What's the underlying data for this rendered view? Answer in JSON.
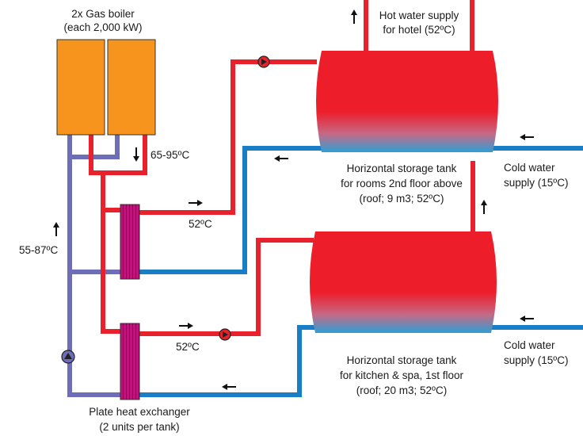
{
  "boiler": {
    "title_line1": "2x Gas boiler",
    "title_line2": "(each 2,000 kW)",
    "outlet_temp": "65-95ºC",
    "return_temp": "55-87ºC"
  },
  "upper_tank": {
    "line1": "Horizontal storage tank",
    "line2": "for rooms 2nd floor above",
    "line3": "(roof; 9 m3; 52ºC)",
    "supply_temp": "52ºC"
  },
  "lower_tank": {
    "line1": "Horizontal storage tank",
    "line2": "for kitchen & spa, 1st floor",
    "line3": "(roof; 20 m3; 52ºC)",
    "supply_temp": "52ºC"
  },
  "hot_water": {
    "line1": "Hot water supply",
    "line2": "for hotel (52ºC)"
  },
  "cold_water_upper": {
    "line1": "Cold water",
    "line2": "supply (15ºC)"
  },
  "cold_water_lower": {
    "line1": "Cold water",
    "line2": "supply (15ºC)"
  },
  "heat_exchanger": {
    "line1": "Plate heat exchanger",
    "line2": "(2 units per tank)"
  },
  "colors": {
    "hot_pipe": "#e8212d",
    "cold_pipe": "#1a7ec6",
    "boiler_loop": "#6d6db8",
    "boiler_fill": "#f7941d",
    "exchanger": "#c2127e"
  }
}
